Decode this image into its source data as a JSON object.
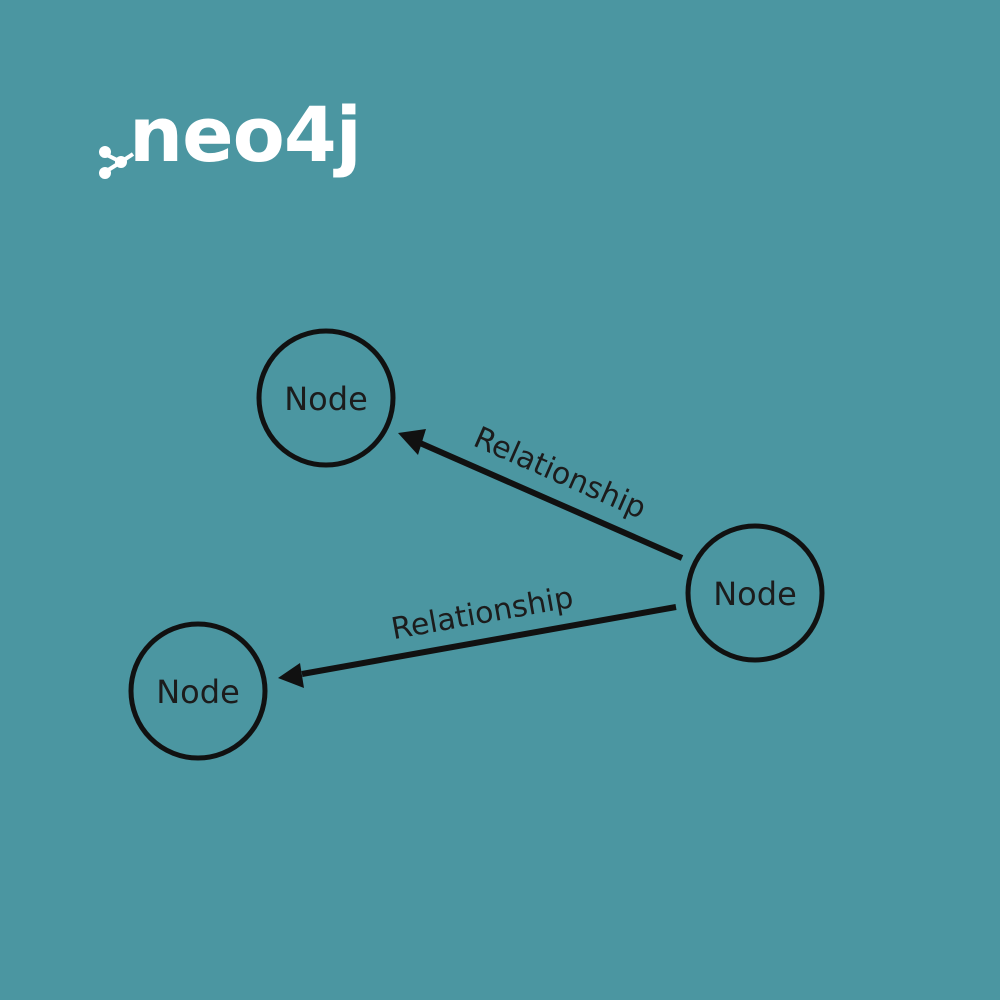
{
  "logo": {
    "text": "neo4j",
    "color": "#ffffff"
  },
  "colors": {
    "background": "#4b96a1",
    "stroke": "#111111",
    "text": "#1c1c1c"
  },
  "nodes": [
    {
      "label": "Node"
    },
    {
      "label": "Node"
    },
    {
      "label": "Node"
    }
  ],
  "relationships": [
    {
      "label": "Relationship",
      "from": 2,
      "to": 0
    },
    {
      "label": "Relationship",
      "from": 2,
      "to": 1
    }
  ]
}
